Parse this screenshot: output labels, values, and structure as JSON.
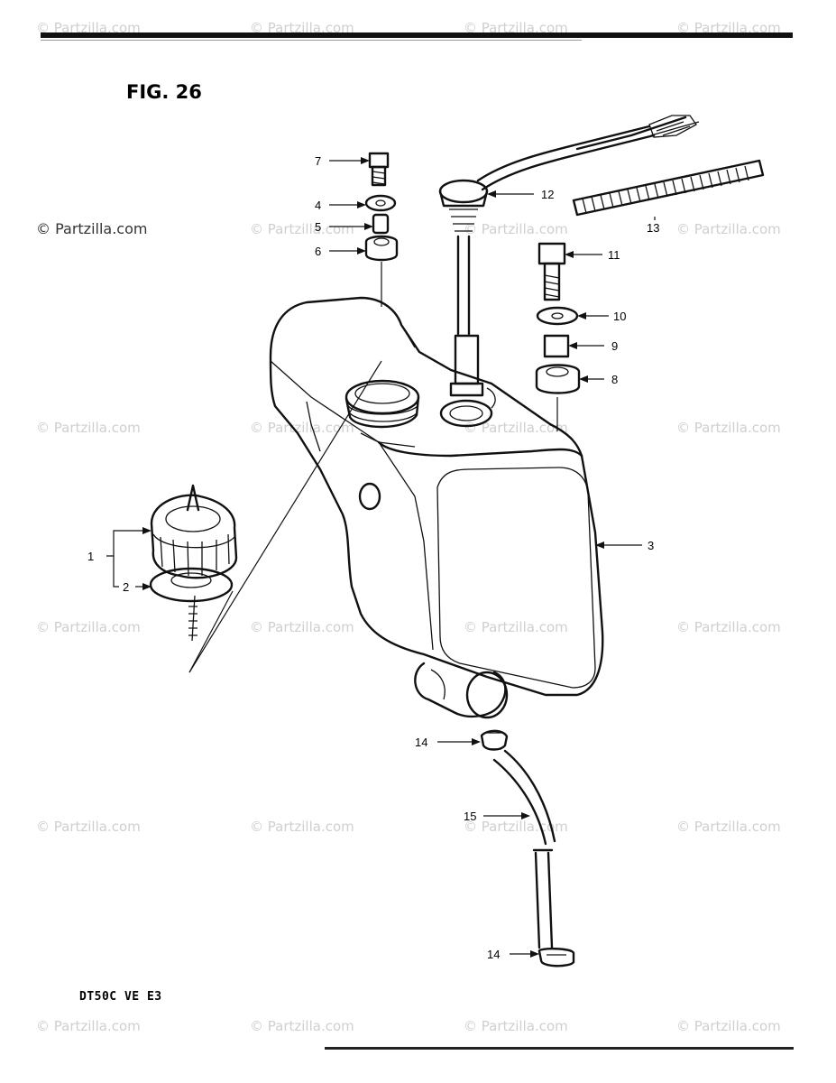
{
  "figure": {
    "title": "FIG. 26",
    "model_code": "DT50C VE E3",
    "copyright": "© Partzilla.com",
    "watermark": "© Partzilla.com"
  },
  "callouts": [
    "1",
    "2",
    "3",
    "4",
    "5",
    "6",
    "7",
    "8",
    "9",
    "10",
    "11",
    "12",
    "13",
    "14",
    "15",
    "14"
  ]
}
